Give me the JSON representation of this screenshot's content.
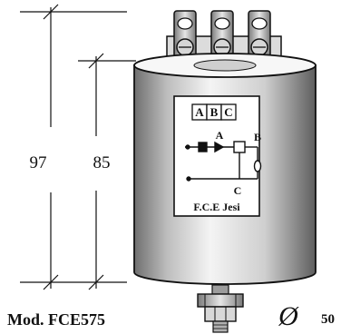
{
  "dimensions": {
    "height_total": "97",
    "height_body": "85",
    "diameter": "50",
    "diameter_symbol": "Ø"
  },
  "model": {
    "label": "Mod. FCE575"
  },
  "label_plate": {
    "phases": [
      "A",
      "B",
      "C"
    ],
    "circuit_labels": {
      "a": "A",
      "b": "B",
      "c": "C"
    },
    "manufacturer": "F.C.E Jesi"
  },
  "colors": {
    "outline": "#111111",
    "body_light": "#f2f2f2",
    "body_dark": "#6f6f6f",
    "terminal_metal": "#bdbdbd",
    "plate": "#ffffff"
  }
}
